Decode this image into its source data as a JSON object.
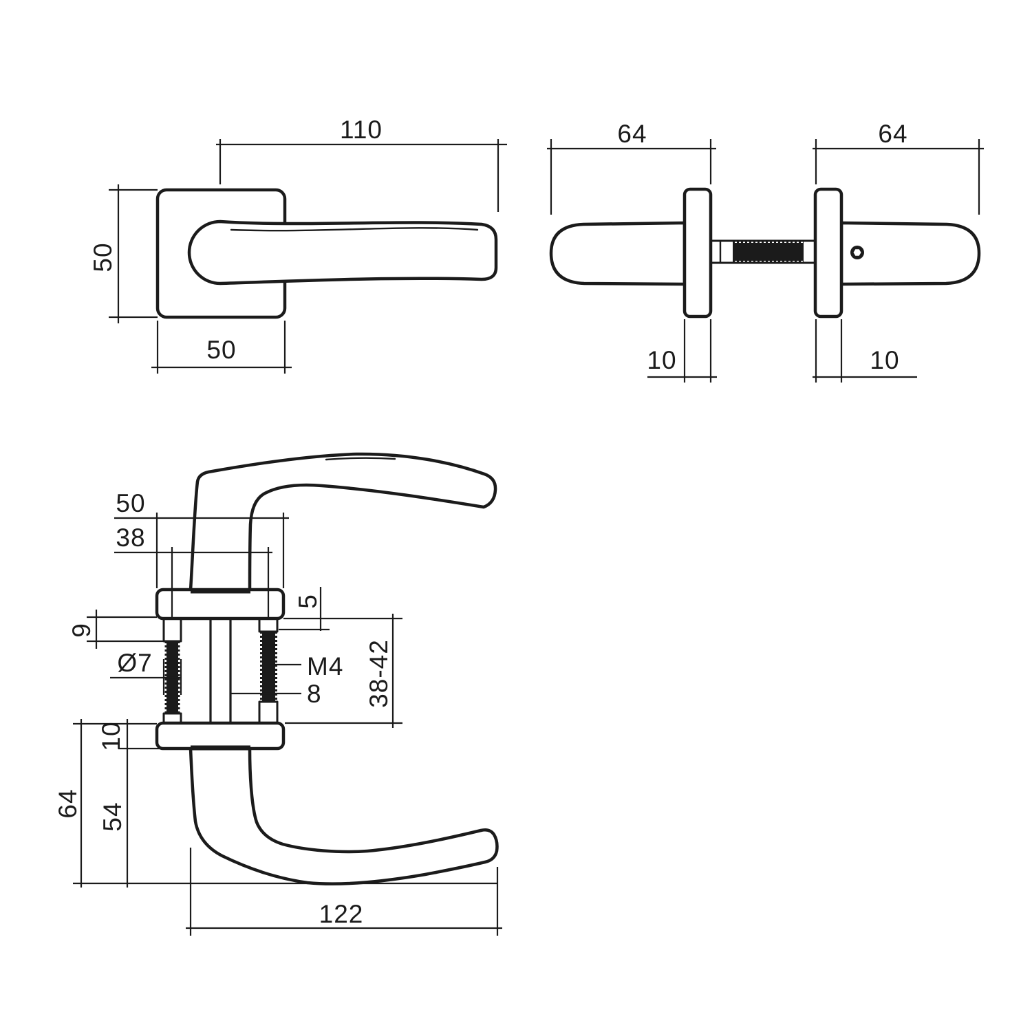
{
  "drawing": {
    "type": "technical-dimension-drawing",
    "subject": "door lever handle on square rosette, three views",
    "background": "#ffffff",
    "line_color": "#1b1b1b",
    "views": {
      "front": {
        "name": "front view - lever on square rosette",
        "lever_length": "110",
        "rosette_height": "50",
        "rosette_width": "50"
      },
      "side": {
        "name": "side view - handle pair with spindle",
        "left_handle_depth": "64",
        "right_handle_depth": "64",
        "left_rosette_thickness": "10",
        "right_rosette_thickness": "10"
      },
      "section": {
        "name": "section view - fixing detail",
        "rosette_width": "50",
        "screw_spacing": "38",
        "screw_collar_length": "9",
        "sleeve_diameter": "Ø7",
        "thread_size": "M4",
        "spindle_size": "8",
        "screw_head_height": "5",
        "door_thickness_range": "38-42",
        "rosette_thickness": "10",
        "total_projection": "64",
        "grip_projection": "54",
        "grip_length": "122"
      }
    }
  }
}
